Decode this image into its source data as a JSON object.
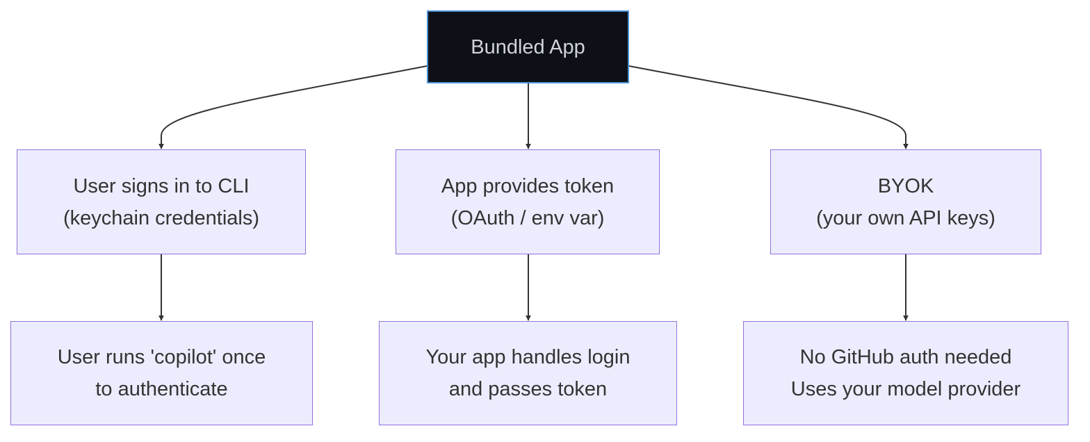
{
  "diagram": {
    "type": "flowchart",
    "colors": {
      "root_fill": "#0d1117",
      "root_border": "#4b8fd6",
      "root_text": "#d0d4da",
      "node_fill": "#ececff",
      "node_border": "#9370db",
      "node_text": "#333333",
      "edge": "#333333"
    },
    "nodes": {
      "bundled_app": {
        "lines": [
          "Bundled App"
        ]
      },
      "cli_signin": {
        "lines": [
          "User signs in to CLI",
          "(keychain credentials)"
        ]
      },
      "app_token": {
        "lines": [
          "App provides token",
          "(OAuth / env var)"
        ]
      },
      "byok": {
        "lines": [
          "BYOK",
          "(your own API keys)"
        ]
      },
      "copilot_once": {
        "lines": [
          "User runs 'copilot' once",
          "to authenticate"
        ]
      },
      "app_login": {
        "lines": [
          "Your app handles login",
          "and passes token"
        ]
      },
      "no_auth": {
        "lines": [
          "No GitHub auth needed",
          "Uses your model provider"
        ]
      }
    },
    "edges": [
      {
        "from": "bundled_app",
        "to": "cli_signin"
      },
      {
        "from": "bundled_app",
        "to": "app_token"
      },
      {
        "from": "bundled_app",
        "to": "byok"
      },
      {
        "from": "cli_signin",
        "to": "copilot_once"
      },
      {
        "from": "app_token",
        "to": "app_login"
      },
      {
        "from": "byok",
        "to": "no_auth"
      }
    ]
  }
}
